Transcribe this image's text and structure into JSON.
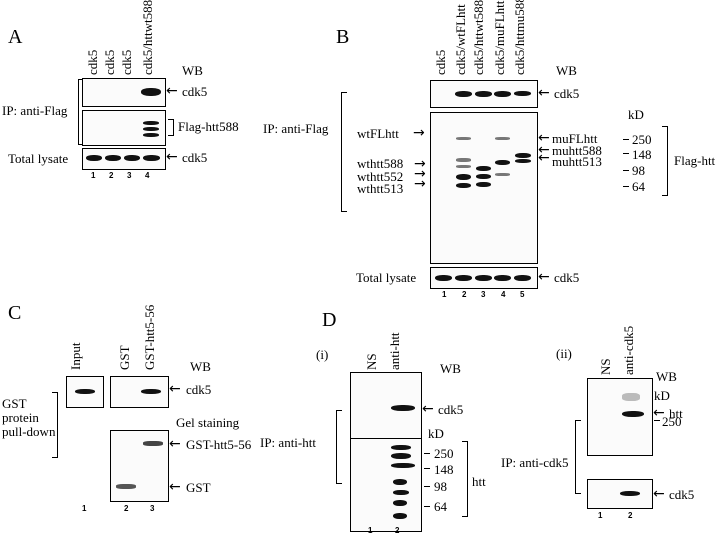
{
  "panel_a": {
    "letter": "A",
    "lanes": [
      "cdk5",
      "cdk5",
      "cdk5",
      "cdk5/httwt588"
    ],
    "wb": "WB",
    "ip_label": "IP: anti-Flag",
    "total_lysate": "Total lysate",
    "cdk5_label": "cdk5",
    "flag_label": "Flag-htt588",
    "cdk5_label_2": "cdk5",
    "lane_numbers": [
      "1",
      "2",
      "3",
      "4"
    ]
  },
  "panel_b": {
    "letter": "B",
    "lanes": [
      "cdk5",
      "cdk5/wtFLhtt",
      "cdk5/httwt588",
      "cdk5/muFLhtt",
      "cdk5/httmu588"
    ],
    "wb": "WB",
    "cdk5_top": "cdk5",
    "ip_label": "IP: anti-Flag",
    "kd": "kD",
    "left_labels": [
      "wtFLhtt",
      "wthtt588",
      "wthtt552",
      "wthtt513"
    ],
    "right_labels": [
      "muFLhtt",
      "muhtt588",
      "muhtt513"
    ],
    "markers": [
      "250",
      "148",
      "98",
      "64"
    ],
    "flag_htt": "Flag-htt",
    "total_lysate": "Total lysate",
    "cdk5_bottom": "cdk5",
    "lane_numbers": [
      "1",
      "2",
      "3",
      "4",
      "5"
    ]
  },
  "panel_c": {
    "letter": "C",
    "lanes": [
      "Input",
      "GST",
      "GST-htt5-56"
    ],
    "wb": "WB",
    "cdk5": "cdk5",
    "gst_pulldown": [
      "GST",
      "protein",
      "pull-down"
    ],
    "gel_staining": "Gel  staining",
    "gst_htt": "GST-htt5-56",
    "gst": "GST",
    "lane_numbers": [
      "1",
      "2",
      "3"
    ]
  },
  "panel_d": {
    "letter": "D",
    "sub_i": "(i)",
    "lanes_i": [
      "NS",
      "anti-htt"
    ],
    "wb_i": "WB",
    "cdk5_i": "cdk5",
    "ip_i": "IP: anti-htt",
    "kd_i": "kD",
    "markers": [
      "250",
      "148",
      "98",
      "64"
    ],
    "htt_i": "htt",
    "lane_numbers_i": [
      "1",
      "2"
    ],
    "sub_ii": "(ii)",
    "lanes_ii": [
      "NS",
      "anti-cdk5"
    ],
    "wb_ii": "WB",
    "kd_ii": "kD",
    "htt_ii": "htt",
    "marker_250_ii": "250",
    "ip_ii": "IP: anti-cdk5",
    "cdk5_ii": "cdk5",
    "lane_numbers_ii": [
      "1",
      "2"
    ]
  }
}
